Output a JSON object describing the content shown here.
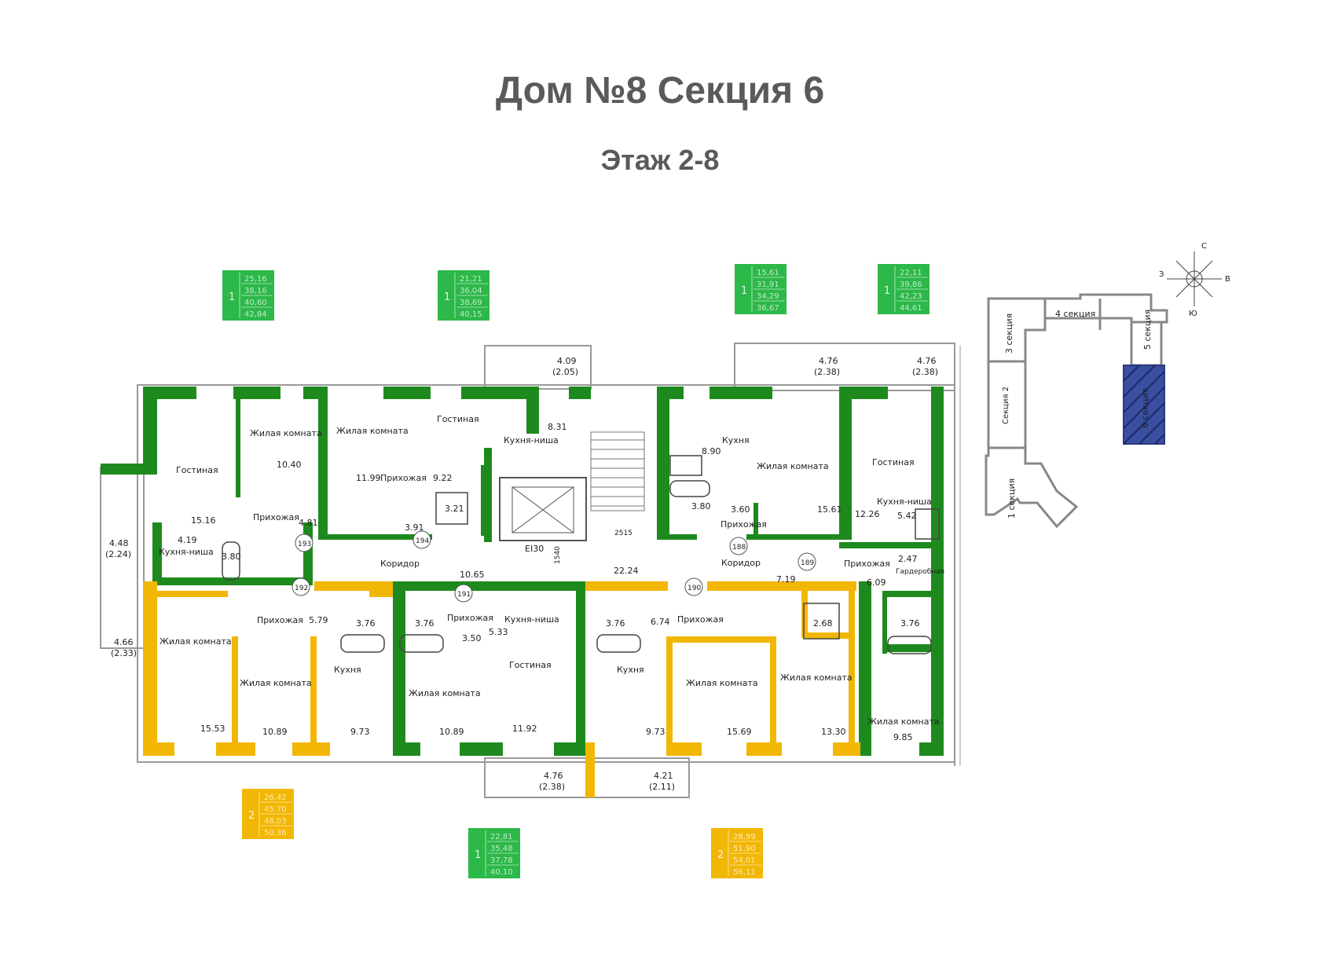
{
  "header": {
    "title": "Дом №8 Секция 6",
    "floor": "Этаж 2-8"
  },
  "colors": {
    "wall_green": "#1e8a1e",
    "wall_yellow": "#f2b705",
    "badge_green": "#2db84a",
    "badge_yellow": "#f2b705",
    "wall_gray": "#777777",
    "selected_section": "#3a4fa0"
  },
  "badges": [
    {
      "rooms": "1",
      "areas": [
        "25,16",
        "38,16",
        "40,60",
        "42,84"
      ],
      "color": "green"
    },
    {
      "rooms": "1",
      "areas": [
        "21,21",
        "36,04",
        "38,69",
        "40,15"
      ],
      "color": "green"
    },
    {
      "rooms": "1",
      "areas": [
        "15,61",
        "31,91",
        "34,29",
        "36,67"
      ],
      "color": "green"
    },
    {
      "rooms": "1",
      "areas": [
        "22,11",
        "39,86",
        "42,23",
        "44,61"
      ],
      "color": "green"
    },
    {
      "rooms": "2",
      "areas": [
        "26,42",
        "45,70",
        "48,03",
        "50,36"
      ],
      "color": "yellow"
    },
    {
      "rooms": "1",
      "areas": [
        "22,81",
        "35,48",
        "37,78",
        "40,10"
      ],
      "color": "green"
    },
    {
      "rooms": "2",
      "areas": [
        "28,99",
        "51,90",
        "54,01",
        "56,11"
      ],
      "color": "yellow"
    }
  ],
  "rooms": [
    {
      "name": "Жилая комната",
      "area": "10.40"
    },
    {
      "name": "Жилая комната",
      "area": "11.99"
    },
    {
      "name": "Гостиная",
      "area": "9.22"
    },
    {
      "name": "Кухня-ниша",
      "area": "8.31"
    },
    {
      "name": "Гостиная",
      "area": "15.16"
    },
    {
      "name": "Прихожая",
      "area": "4.81"
    },
    {
      "name": "Кухня-ниша",
      "area": "4.19"
    },
    {
      "name": "Прихожая",
      "area": "3.91"
    },
    {
      "name": "Кухня",
      "area": "8.90"
    },
    {
      "name": "Жилая комната",
      "area": "15.61"
    },
    {
      "name": "Прихожая",
      "area": "3.60"
    },
    {
      "name": "Гостиная",
      "area": "12.26"
    },
    {
      "name": "Кухня-ниша",
      "area": "5.42"
    },
    {
      "name": "Прихожая",
      "area": "6.09"
    },
    {
      "name": "Гардеробная",
      "area": "2.47"
    },
    {
      "name": "Коридор",
      "area": "10.65"
    },
    {
      "name": "Коридор",
      "area": "22.24"
    },
    {
      "name": "Прихожая",
      "area": "5.79"
    },
    {
      "name": "Прихожая",
      "area": "3.50"
    },
    {
      "name": "Кухня-ниша",
      "area": "5.33"
    },
    {
      "name": "Прихожая",
      "area": "6.74"
    },
    {
      "name": "Жилая комната",
      "area": "15.53"
    },
    {
      "name": "Жилая комната",
      "area": "10.89"
    },
    {
      "name": "Кухня",
      "area": "9.73"
    },
    {
      "name": "Жилая комната",
      "area": "10.89"
    },
    {
      "name": "Гостиная",
      "area": "11.92"
    },
    {
      "name": "Кухня",
      "area": "9.73"
    },
    {
      "name": "Жилая комната",
      "area": "15.69"
    },
    {
      "name": "Жилая комната",
      "area": "13.30"
    },
    {
      "name": "Жилая комната",
      "area": "9.85"
    }
  ],
  "bathrooms": [
    "3.21",
    "3.80",
    "3.80",
    "3.76",
    "3.76",
    "3.76",
    "2.68",
    "3.76"
  ],
  "balconies": [
    {
      "area": "4.09",
      "half": "(2.05)"
    },
    {
      "area": "4.76",
      "half": "(2.38)"
    },
    {
      "area": "4.76",
      "half": "(2.38)"
    },
    {
      "area": "4.48",
      "half": "(2.24)"
    },
    {
      "area": "4.66",
      "half": "(2.33)"
    },
    {
      "area": "4.76",
      "half": "(2.38)"
    },
    {
      "area": "4.21",
      "half": "(2.11)"
    }
  ],
  "apartment_numbers": [
    "193",
    "194",
    "188",
    "189",
    "192",
    "191",
    "190"
  ],
  "stair": {
    "label": "EI30",
    "dim_width": "2515",
    "dim_height": "1540"
  },
  "extra_area": "7.19",
  "site_plan": {
    "compass": {
      "n": "С",
      "e": "В",
      "s": "Ю",
      "w": "З"
    },
    "sections": [
      "1 секция",
      "Секция 2",
      "3 секция",
      "4 секция",
      "5 секция",
      "6 секция"
    ]
  }
}
